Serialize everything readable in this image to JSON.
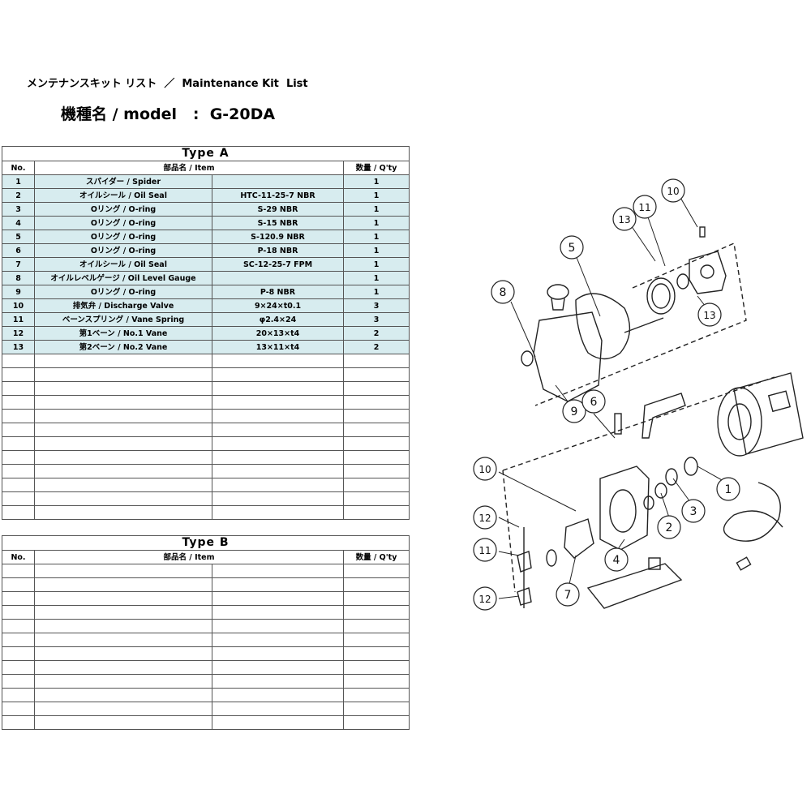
{
  "header": {
    "list_title": "メンテナンスキット リスト  ／  Maintenance Kit  List",
    "model_line": "機種名 / model   :  G-20DA"
  },
  "columns": {
    "no": "No.",
    "item": "部品名 / Item",
    "qty": "数量 / Q'ty"
  },
  "type_a": {
    "title": "Type  A",
    "rows": [
      {
        "no": "1",
        "item": "スパイダー /  Spider",
        "spec": "",
        "qty": "1"
      },
      {
        "no": "2",
        "item": "オイルシール / Oil Seal",
        "spec": "HTC-11-25-7  NBR",
        "qty": "1"
      },
      {
        "no": "3",
        "item": "Oリング / O-ring",
        "spec": "S-29  NBR",
        "qty": "1"
      },
      {
        "no": "4",
        "item": "Oリング / O-ring",
        "spec": "S-15  NBR",
        "qty": "1"
      },
      {
        "no": "5",
        "item": "Oリング / O-ring",
        "spec": "S-120.9  NBR",
        "qty": "1"
      },
      {
        "no": "6",
        "item": "Oリング / O-ring",
        "spec": "P-18  NBR",
        "qty": "1"
      },
      {
        "no": "7",
        "item": "オイルシール / Oil Seal",
        "spec": "SC-12-25-7  FPM",
        "qty": "1"
      },
      {
        "no": "8",
        "item": "オイルレベルゲージ /  Oil Level Gauge",
        "spec": "",
        "qty": "1"
      },
      {
        "no": "9",
        "item": "Oリング / O-ring",
        "spec": "P-8  NBR",
        "qty": "1"
      },
      {
        "no": "10",
        "item": "排気弁 / Discharge Valve",
        "spec": "9×24×t0.1",
        "qty": "3"
      },
      {
        "no": "11",
        "item": "ベーンスプリング /  Vane Spring",
        "spec": "φ2.4×24",
        "qty": "3"
      },
      {
        "no": "12",
        "item": "第1ベーン /  No.1  Vane",
        "spec": "20×13×t4",
        "qty": "2"
      },
      {
        "no": "13",
        "item": "第2ベーン /  No.2  Vane",
        "spec": "13×11×t4",
        "qty": "2"
      }
    ]
  },
  "type_b": {
    "title": "Type  B",
    "rows": []
  },
  "diagram": {
    "callouts": [
      "1",
      "2",
      "3",
      "4",
      "5",
      "6",
      "7",
      "8",
      "9",
      "10",
      "11",
      "12",
      "13"
    ]
  }
}
